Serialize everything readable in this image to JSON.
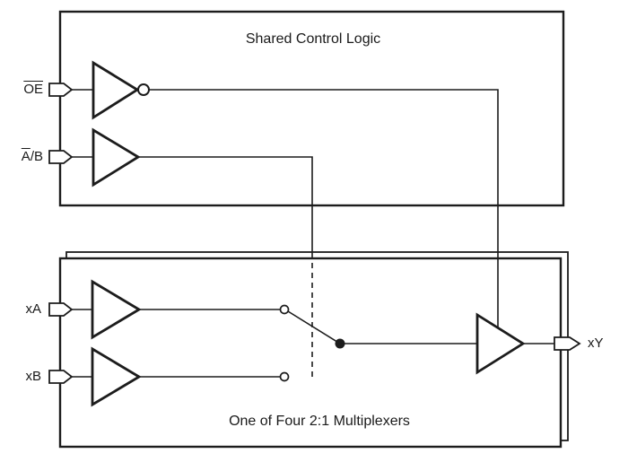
{
  "top_box": {
    "title": "Shared Control Logic"
  },
  "bottom_box": {
    "title": "One of Four 2:1 Multiplexers"
  },
  "pins": {
    "oe": {
      "label": "OE",
      "overline": "full"
    },
    "select": {
      "overlined_part": "A",
      "plain_part": "/B"
    },
    "xa": "xA",
    "xb": "xB",
    "xy": "xY"
  },
  "colors": {
    "line": "#1c1c1c",
    "text": "#1a1a1a",
    "background": "#ffffff"
  }
}
